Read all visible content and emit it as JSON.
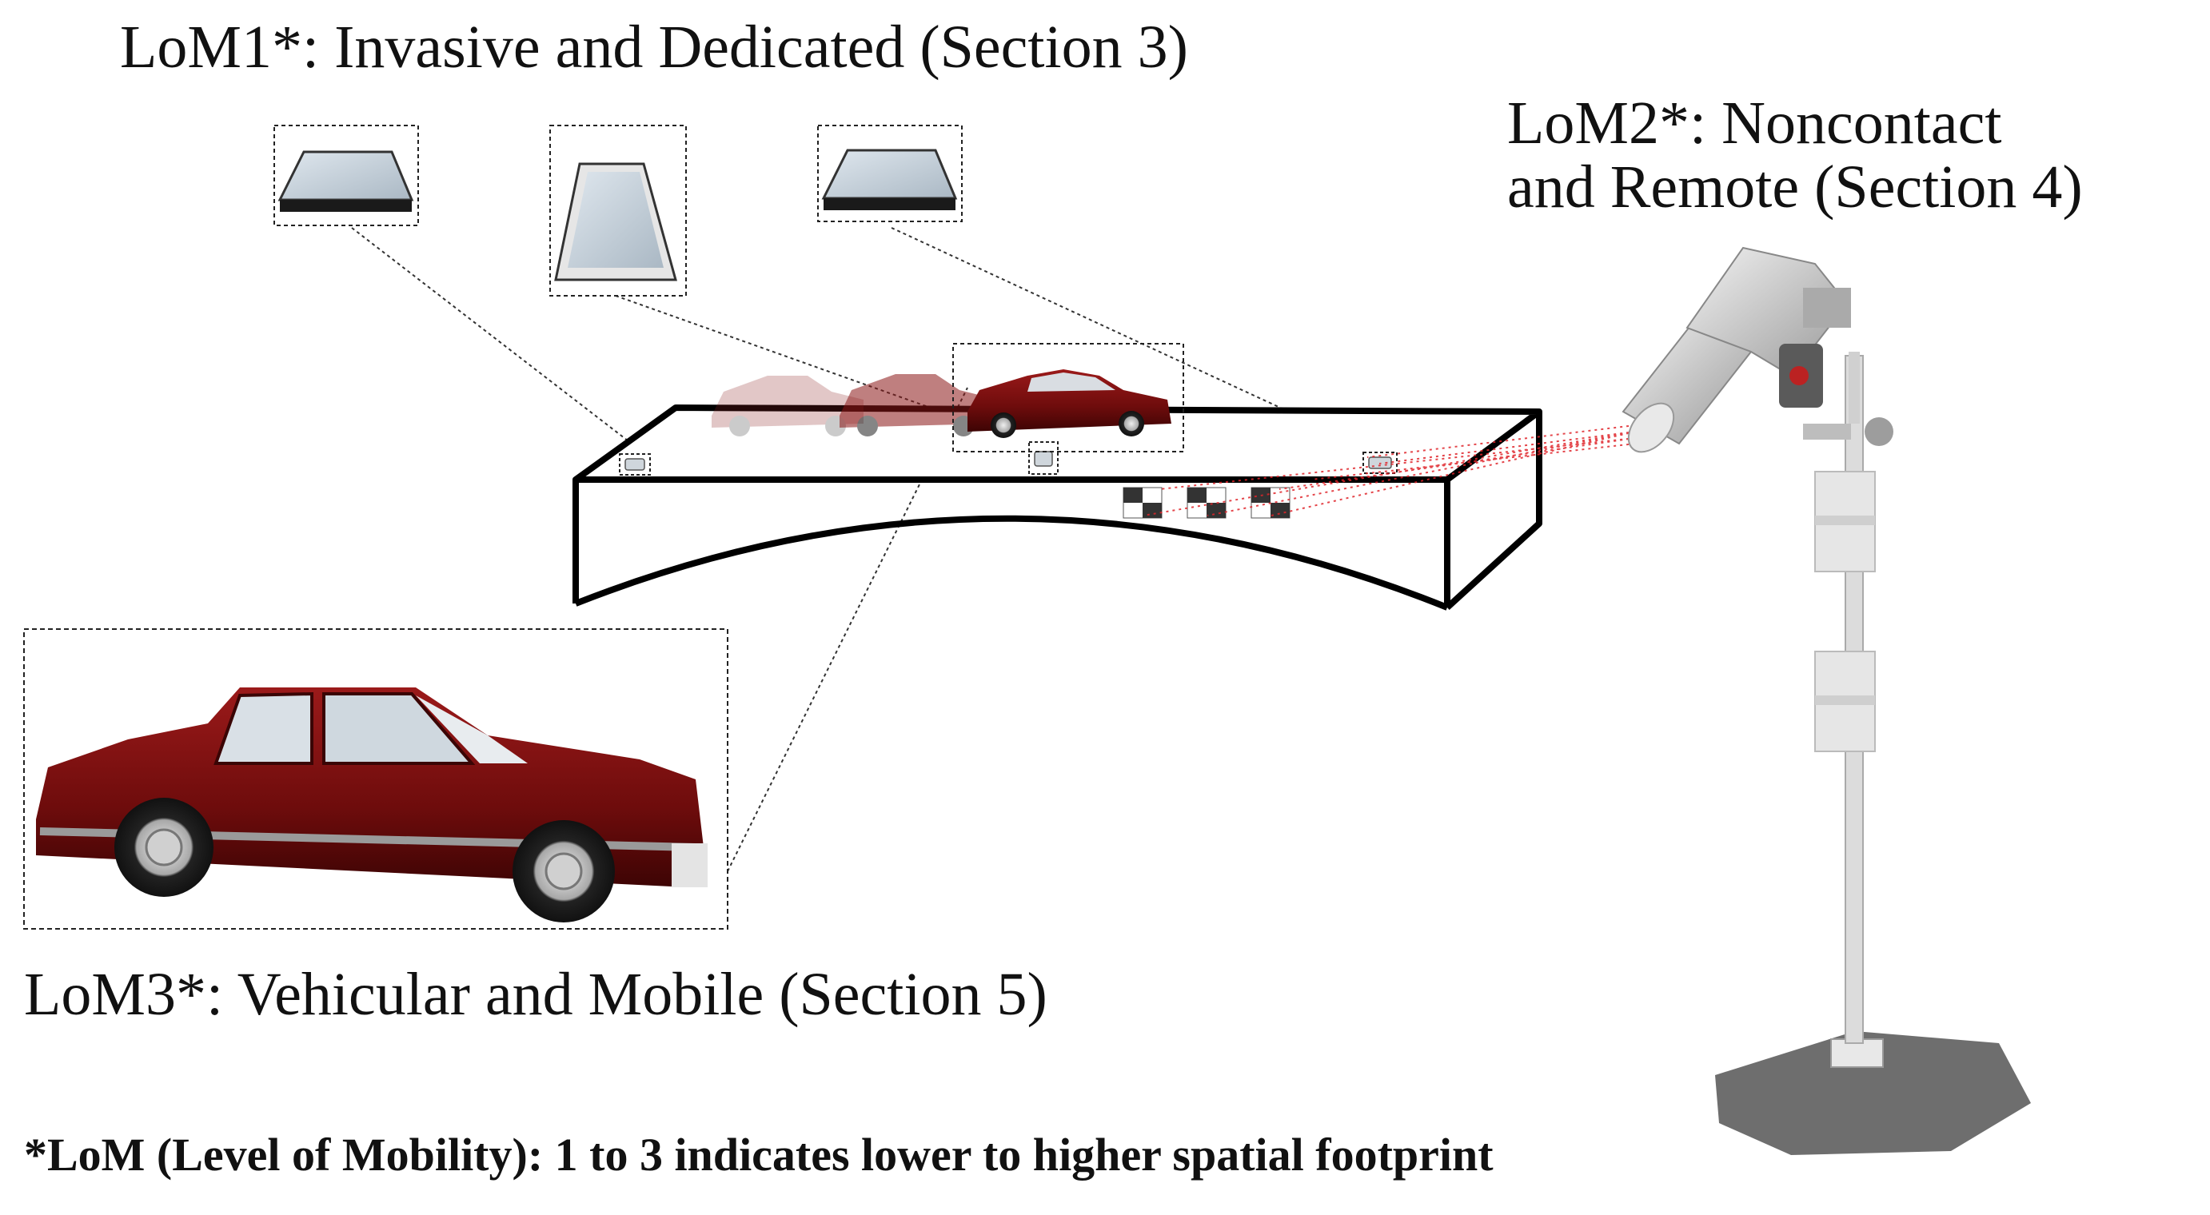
{
  "labels": {
    "lom1": "LoM1*: Invasive and Dedicated (Section 3)",
    "lom2_line1": "LoM2*: Noncontact",
    "lom2_line2": "and Remote (Section 4)",
    "lom3": "LoM3*: Vehicular and Mobile (Section 5)",
    "footnote": "*LoM (Level of Mobility): 1 to 3 indicates lower to higher spatial footprint"
  },
  "colors": {
    "car_body": "#7a1010",
    "car_dark": "#4a0606",
    "laser": "#e0252b",
    "camera_body": "#cfcfcf",
    "stand": "#dcdcdc",
    "base": "#6a6a6a"
  }
}
